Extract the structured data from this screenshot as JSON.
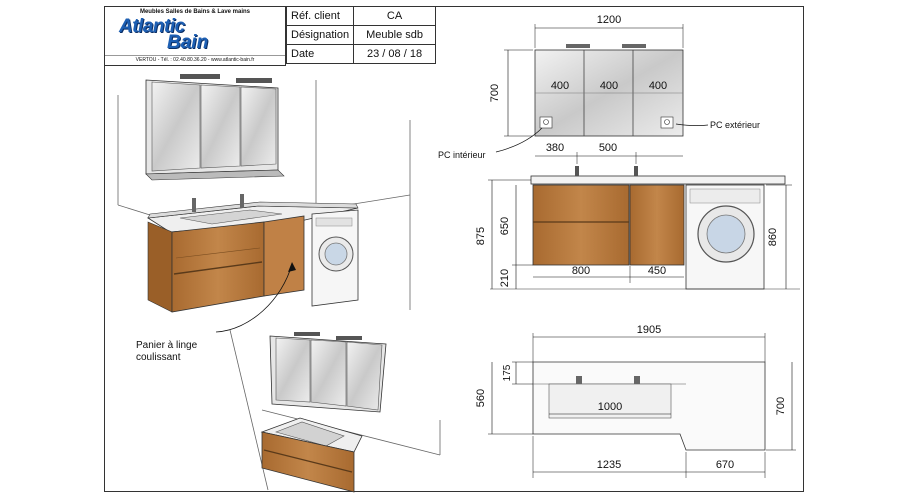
{
  "logo": {
    "tagline": "Meubles Salles de Bains & Lave mains",
    "brand_line1": "Atlantic",
    "brand_line2": "Bain",
    "contact": "VERTOU - Tél. : 02.40.80.36.20 - www.atlantic-bain.fr"
  },
  "info_table": {
    "rows": [
      {
        "label": "Réf. client",
        "value": "CA"
      },
      {
        "label": "Désignation",
        "value": "Meuble sdb"
      },
      {
        "label": "Date",
        "value": "23 / 08 / 18"
      }
    ]
  },
  "annotations": {
    "panier": [
      "Panier à linge",
      "coulissant"
    ],
    "pc_interieur": "PC intérieur",
    "pc_exterieur": "PC extérieur"
  },
  "front_view": {
    "mirror_width": "1200",
    "mirror_height": "700",
    "mirror_panels": [
      "400",
      "400",
      "400"
    ],
    "tap_offset_1": "380",
    "tap_offset_2": "500",
    "total_height": "875",
    "cabinet_height": "650",
    "foot_height": "210",
    "left_cabinet_width": "800",
    "right_cabinet_width": "450",
    "washer_height": "860"
  },
  "top_view": {
    "total_width": "1905",
    "depth_left": "560",
    "depth_right": "700",
    "inset": "175",
    "basin_width": "1000",
    "left_width": "1235",
    "right_width": "670"
  },
  "colors": {
    "wood": "#b5773a",
    "wood_dark": "#8a5a2a",
    "mirror": "#d8d8d8",
    "brand_blue": "#1d5fb3"
  }
}
